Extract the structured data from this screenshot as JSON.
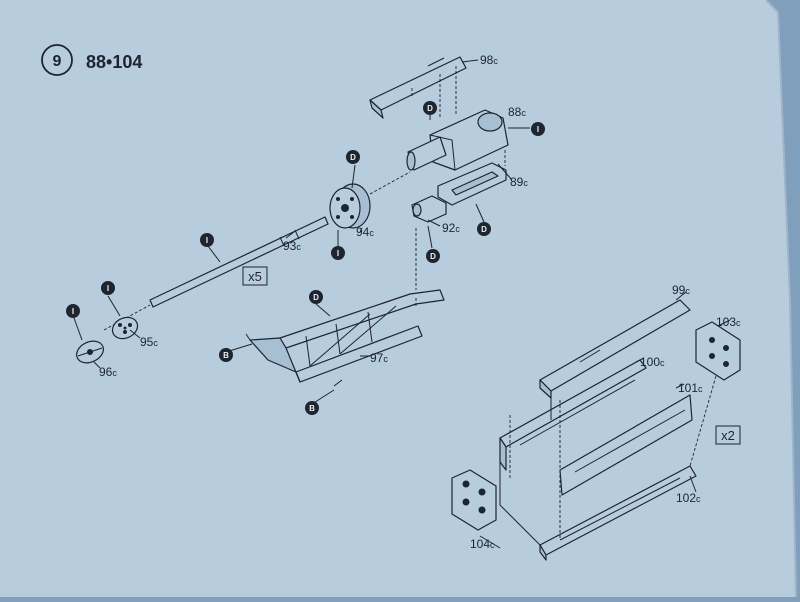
{
  "step": {
    "number": "9",
    "parts_range": "88•104"
  },
  "parts": {
    "p98": "98",
    "p88": "88",
    "p89": "89",
    "p92": "92",
    "p93": "93",
    "p94": "94",
    "p95": "95",
    "p96": "96",
    "p97": "97",
    "p99": "99",
    "p100": "100",
    "p101": "101",
    "p102": "102",
    "p103": "103",
    "p104": "104",
    "suffix": "c"
  },
  "quantities": {
    "x5": "x5",
    "x2": "x2"
  },
  "markers": {
    "d": "D",
    "i": "I",
    "b": "B"
  },
  "colors": {
    "paper": "#b7ccdc",
    "ink": "#1d2530"
  }
}
